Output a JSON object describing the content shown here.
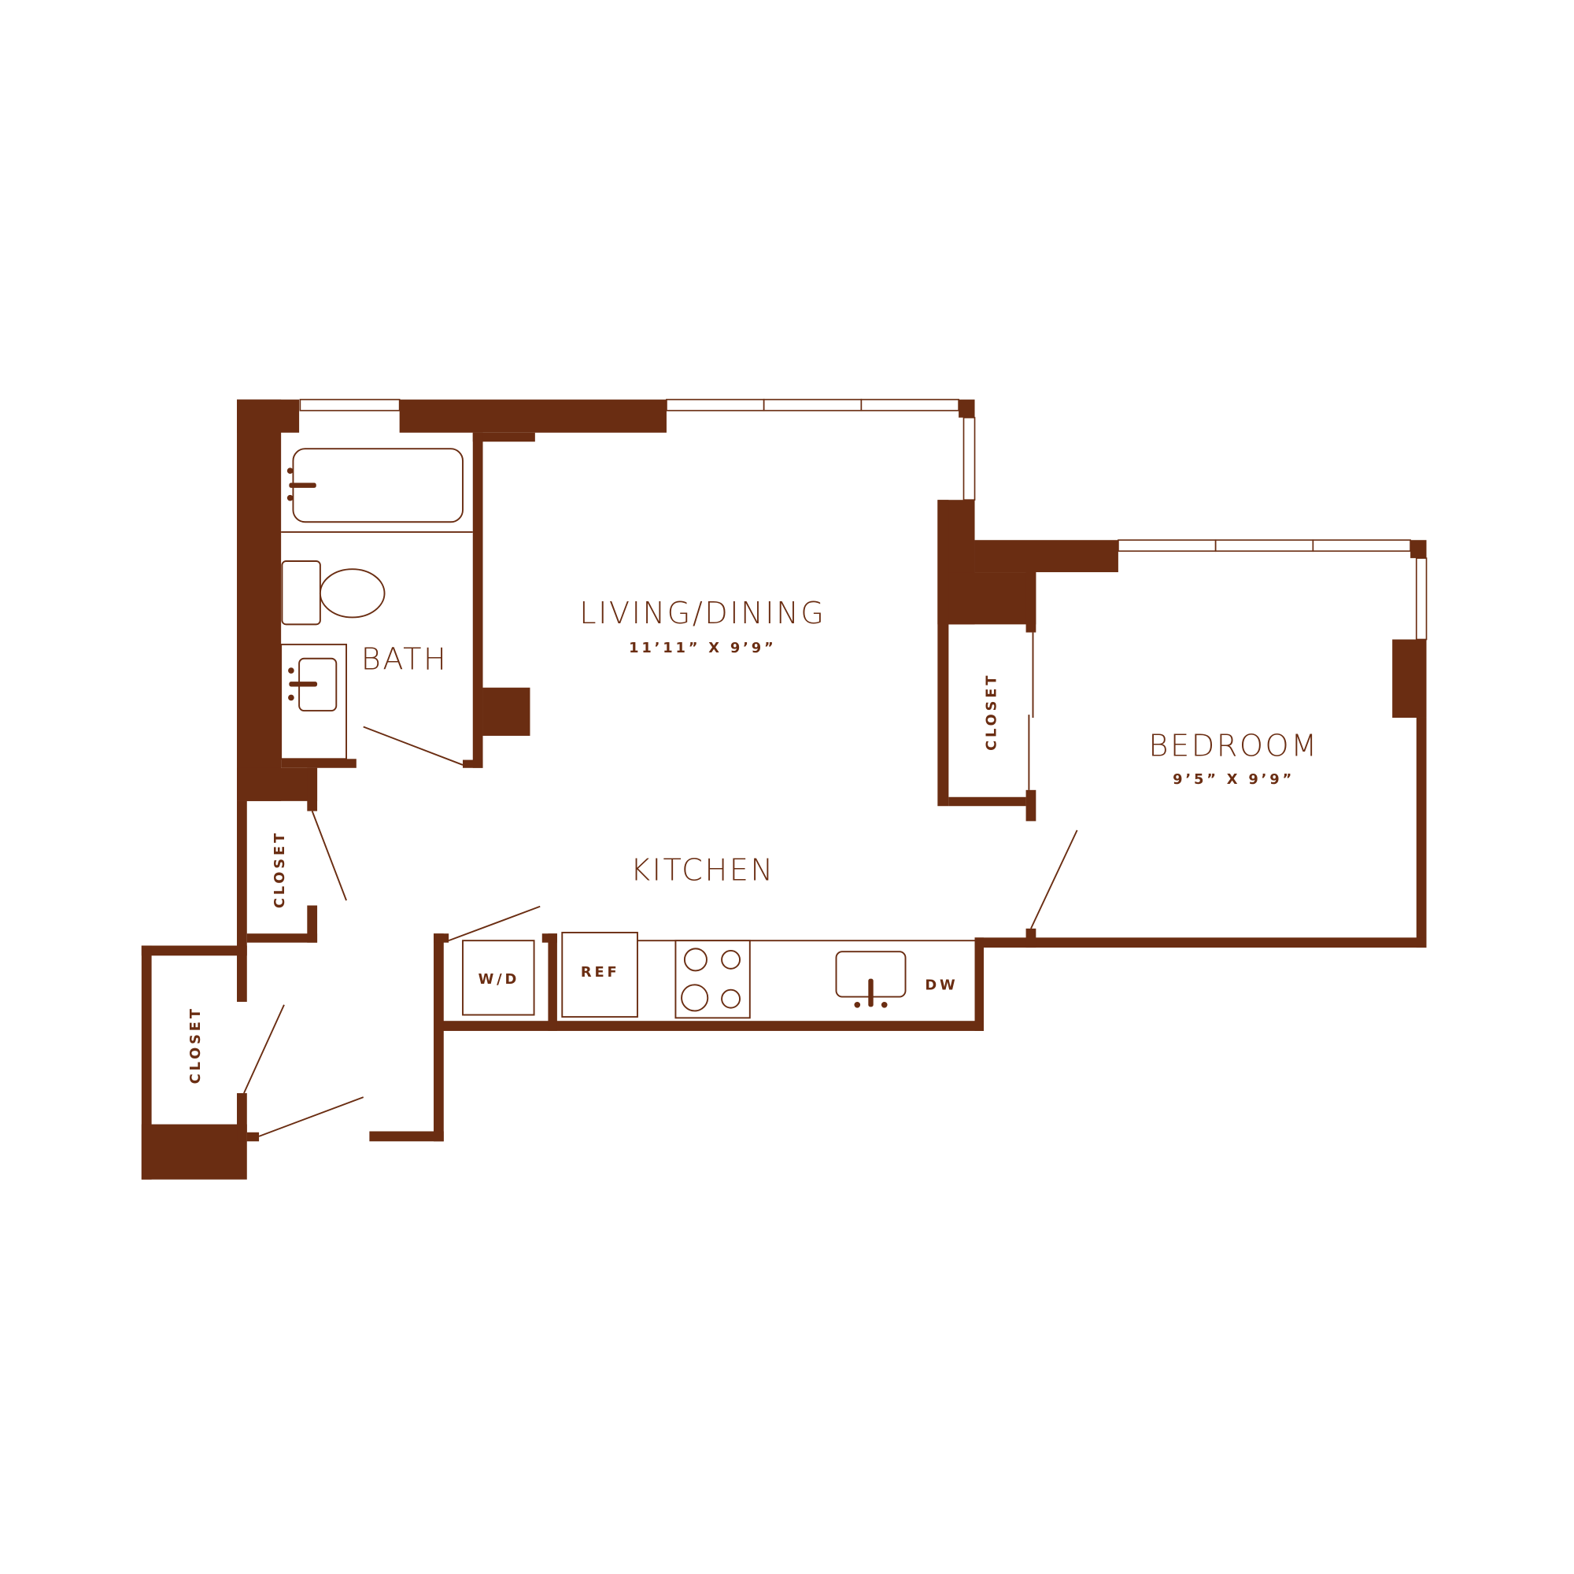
{
  "colors": {
    "wall": "#6a2d12",
    "background": "#ffffff"
  },
  "rooms": {
    "living": {
      "name": "LIVING/DINING",
      "dims": "11’11” X 9’9”"
    },
    "bedroom": {
      "name": "BEDROOM",
      "dims": "9’5” X 9’9”"
    },
    "bath": {
      "name": "BATH"
    },
    "kitchen": {
      "name": "KITCHEN"
    },
    "closet_bedroom": {
      "name": "CLOSET"
    },
    "closet_hall": {
      "name": "CLOSET"
    },
    "closet_entry": {
      "name": "CLOSET"
    }
  },
  "fixtures": {
    "washer_dryer": "W/D",
    "fridge": "REF",
    "dishwasher": "DW"
  }
}
